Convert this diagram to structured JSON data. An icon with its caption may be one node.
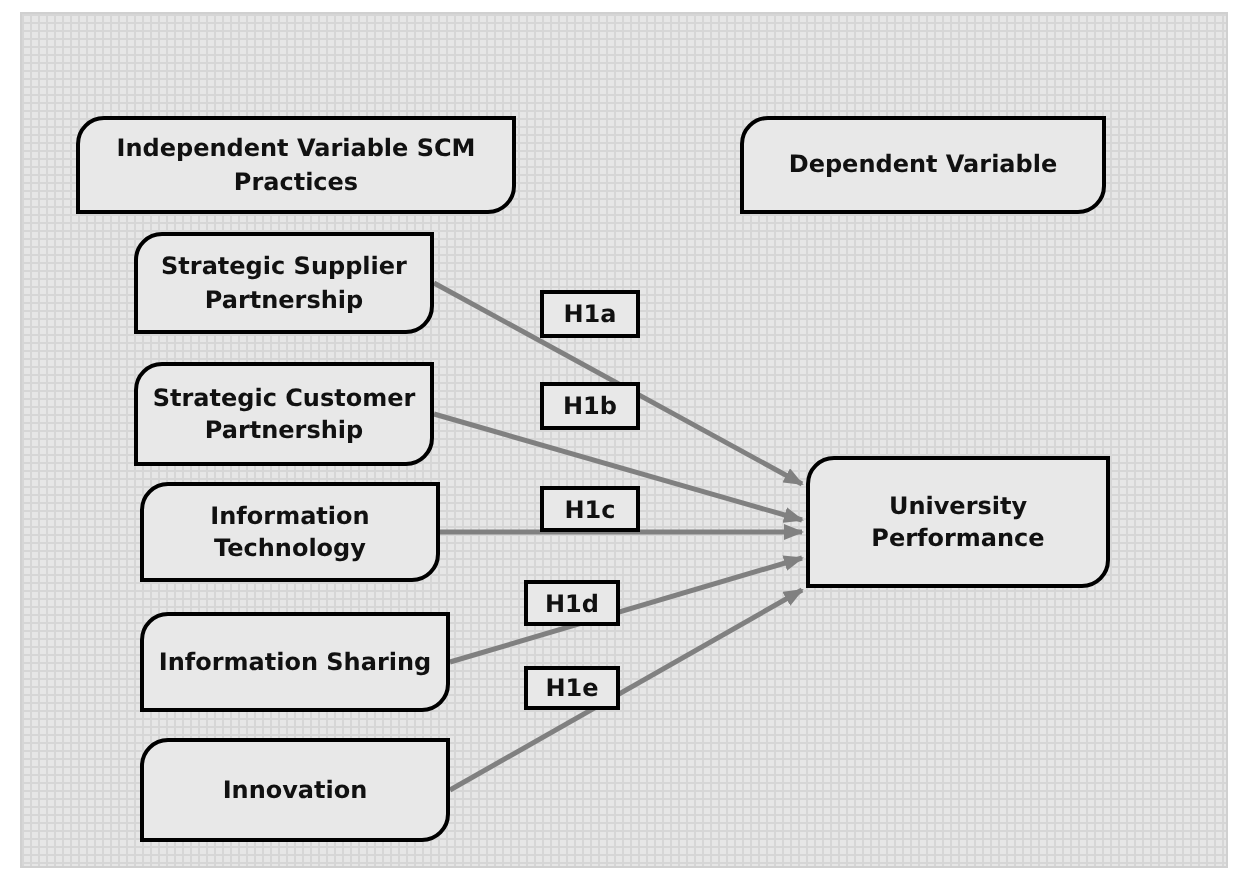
{
  "diagram": {
    "nodes": [
      {
        "text": [
          "Independent Variable SCM Practices"
        ]
      },
      {
        "text": [
          "Dependent Variable"
        ]
      },
      {
        "text": [
          "Strategic Supplier Partnership"
        ]
      },
      {
        "text": [
          "Strategic Customer Partnership"
        ]
      },
      {
        "text": [
          "Information Technology"
        ]
      },
      {
        "text": [
          "Information Sharing"
        ]
      },
      {
        "text": [
          "Innovation"
        ]
      },
      {
        "text": [
          "University Performance"
        ]
      }
    ],
    "edges": [
      {
        "from": 2,
        "to": 7,
        "arrow": "to",
        "label": "H1a"
      },
      {
        "from": 3,
        "to": 7,
        "arrow": "to",
        "label": "H1b"
      },
      {
        "from": 4,
        "to": 7,
        "arrow": "to",
        "label": "H1c"
      },
      {
        "from": 5,
        "to": 7,
        "arrow": "to",
        "label": "H1d"
      },
      {
        "from": 6,
        "to": 7,
        "arrow": "to",
        "label": "H1e"
      }
    ]
  }
}
